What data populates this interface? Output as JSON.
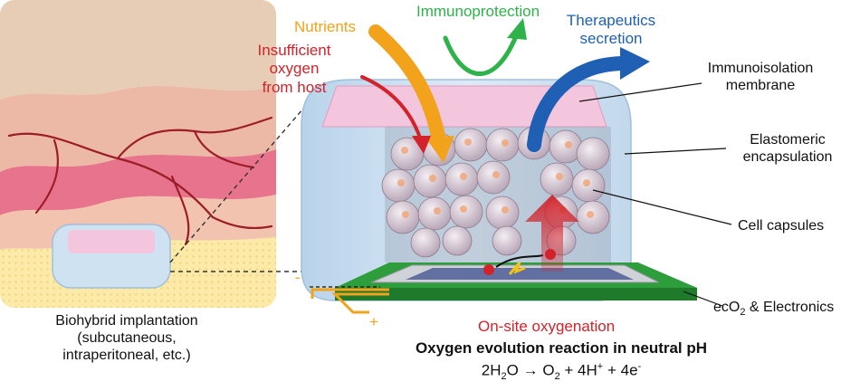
{
  "colors": {
    "nutrients": "#f2a21b",
    "oxygen": "#d2232a",
    "immuno": "#2db34a",
    "therapeutics": "#1f5fb4",
    "text": "#111111",
    "membrane": "#f4c6dd",
    "encapsulation": "#cfe2f2",
    "electronics_green": "#2e9e3c"
  },
  "arrows": {
    "nutrients": "Nutrients",
    "insufficient_oxygen": [
      "Insufficient",
      "oxygen",
      "from host"
    ],
    "immunoprotection": "Immunoprotection",
    "therapeutics": [
      "Therapeutics",
      "secretion"
    ],
    "onsite": "On-site oxygenation"
  },
  "callouts": {
    "membrane": [
      "Immunoisolation",
      "membrane"
    ],
    "encapsulation": [
      "Elastomeric",
      "encapsulation"
    ],
    "capsules": "Cell capsules",
    "electronics_pre": "ecO",
    "electronics_sub": "2",
    "electronics_post": " & Electronics"
  },
  "implantation": [
    "Biohybrid implantation",
    "(subcutaneous,",
    "intraperitoneal, etc.)"
  ],
  "polarity": {
    "minus": "-",
    "plus": "+"
  },
  "reaction": {
    "title": "Oxygen evolution reaction in neutral pH",
    "p1": "2H",
    "s1": "2",
    "p2": "O → O",
    "s2": "2",
    "p3": " + 4H",
    "sup1": "+",
    "p4": " + 4e",
    "sup2": "-"
  }
}
